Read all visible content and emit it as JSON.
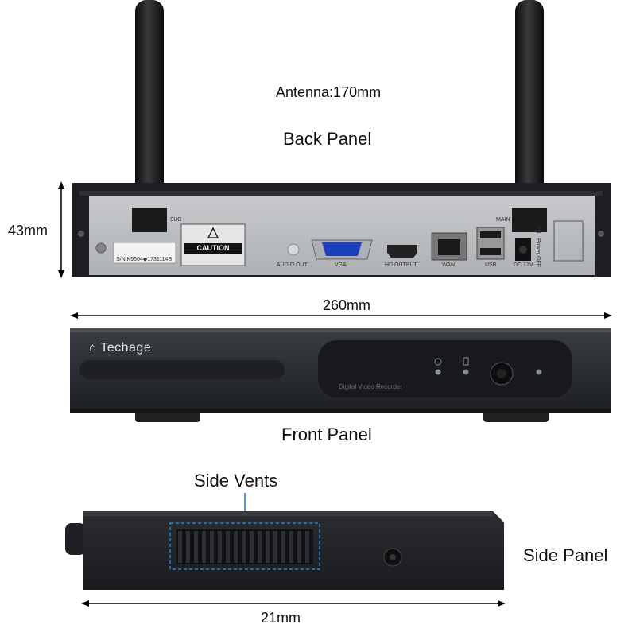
{
  "labels": {
    "antenna": "Antenna:170mm",
    "back_panel": "Back Panel",
    "height": "43mm",
    "width": "260mm",
    "front_panel": "Front Panel",
    "side_vents": "Side Vents",
    "side_panel": "Side Panel",
    "depth": "21mm"
  },
  "back_panel": {
    "sub": "SUB",
    "main": "MAIN",
    "serial": "S/N  K9604◆1731114B",
    "caution": "CAUTION",
    "audio_out": "AUDIO OUT",
    "vga": "VGA",
    "hd_output": "HD OUTPUT",
    "wan": "WAN",
    "usb": "USB",
    "dc": "DC 12V",
    "on": "ON",
    "power": "Power",
    "off": "OFF"
  },
  "front_panel": {
    "brand": "Techage",
    "subtitle": "Digital Video Recorder"
  }
}
